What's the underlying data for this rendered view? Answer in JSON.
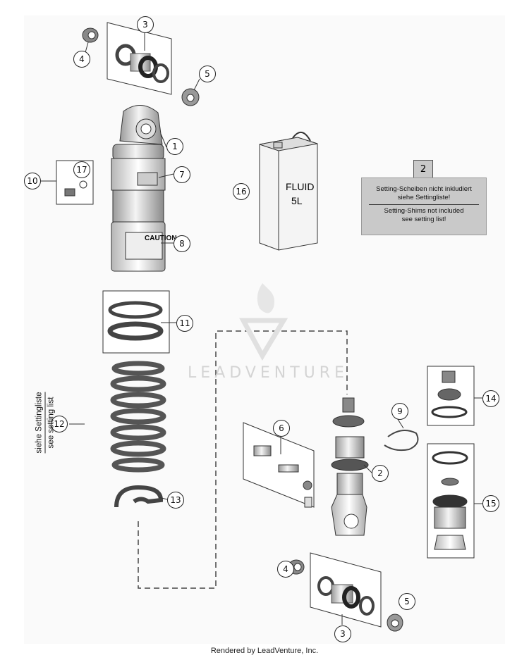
{
  "callouts": [
    {
      "id": "c3a",
      "text": "3"
    },
    {
      "id": "c4a",
      "text": "4"
    },
    {
      "id": "c5a",
      "text": "5"
    },
    {
      "id": "c1",
      "text": "1"
    },
    {
      "id": "c7",
      "text": "7"
    },
    {
      "id": "c10",
      "text": "10"
    },
    {
      "id": "c17",
      "text": "17"
    },
    {
      "id": "c8",
      "text": "8"
    },
    {
      "id": "c16",
      "text": "16"
    },
    {
      "id": "c11",
      "text": "11"
    },
    {
      "id": "c12",
      "text": "12"
    },
    {
      "id": "c13",
      "text": "13"
    },
    {
      "id": "c6",
      "text": "6"
    },
    {
      "id": "c9",
      "text": "9"
    },
    {
      "id": "c2b",
      "text": "2"
    },
    {
      "id": "c14",
      "text": "14"
    },
    {
      "id": "c15",
      "text": "15"
    },
    {
      "id": "c4b",
      "text": "4"
    },
    {
      "id": "c5b",
      "text": "5"
    },
    {
      "id": "c3b",
      "text": "3"
    }
  ],
  "note": {
    "number": "2",
    "line1": "Setting-Scheiben nicht inkludiert",
    "line2": "siehe Settingliste!",
    "line3": "Setting-Shims not included",
    "line4": "see setting list!"
  },
  "spring_note": {
    "line1": "siehe Settingliste",
    "line2": "see setting list"
  },
  "can_label": {
    "line1": "FLUID",
    "line2": "5L"
  },
  "shock_labels": {
    "caution": "CAUTION"
  },
  "watermark": "LEADVENTURE",
  "footer": "Rendered by LeadVenture, Inc."
}
